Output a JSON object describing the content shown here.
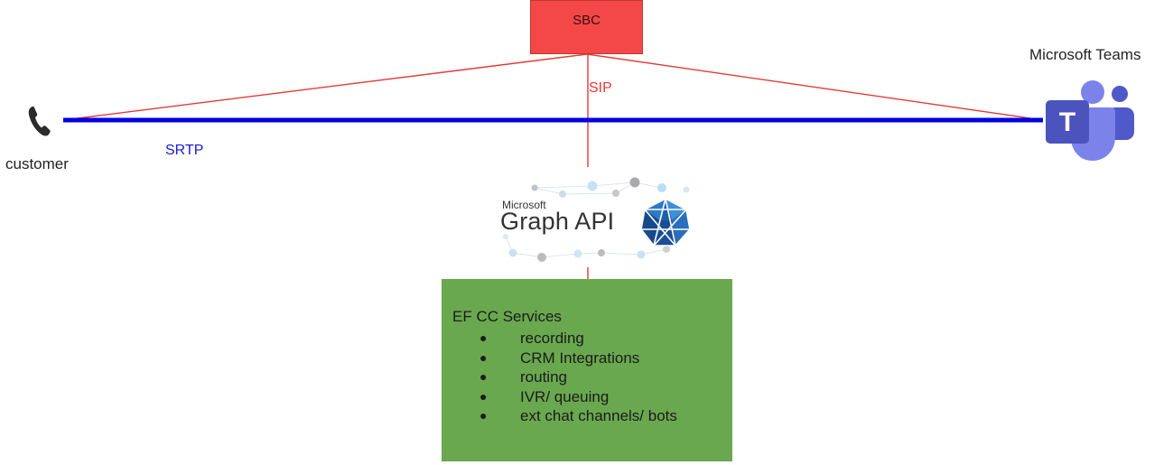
{
  "sbc": {
    "label": "SBC"
  },
  "sip": {
    "label": "SIP"
  },
  "srtp": {
    "label": "SRTP"
  },
  "customer": {
    "label": "customer",
    "icon": "phone-icon"
  },
  "teams": {
    "title": "Microsoft Teams",
    "icon": "microsoft-teams-logo",
    "letter": "T"
  },
  "graph_api": {
    "small_text": "Microsoft",
    "big_text": "Graph API"
  },
  "services": {
    "title": "EF CC Services",
    "items": [
      {
        "bullet": "●",
        "label": "recording"
      },
      {
        "bullet": "●",
        "label": "CRM Integrations"
      },
      {
        "bullet": "●",
        "label": "routing"
      },
      {
        "bullet": "●",
        "label": "IVR/ queuing"
      },
      {
        "bullet": "●",
        "label": "ext chat channels/ bots"
      }
    ]
  },
  "colors": {
    "sbc_fill": "#f44848",
    "sip_line": "#e53935",
    "srtp_line": "#0000e0",
    "services_fill": "#6aa84f",
    "teams_purple": "#5059c9",
    "teams_light": "#7b83eb"
  }
}
